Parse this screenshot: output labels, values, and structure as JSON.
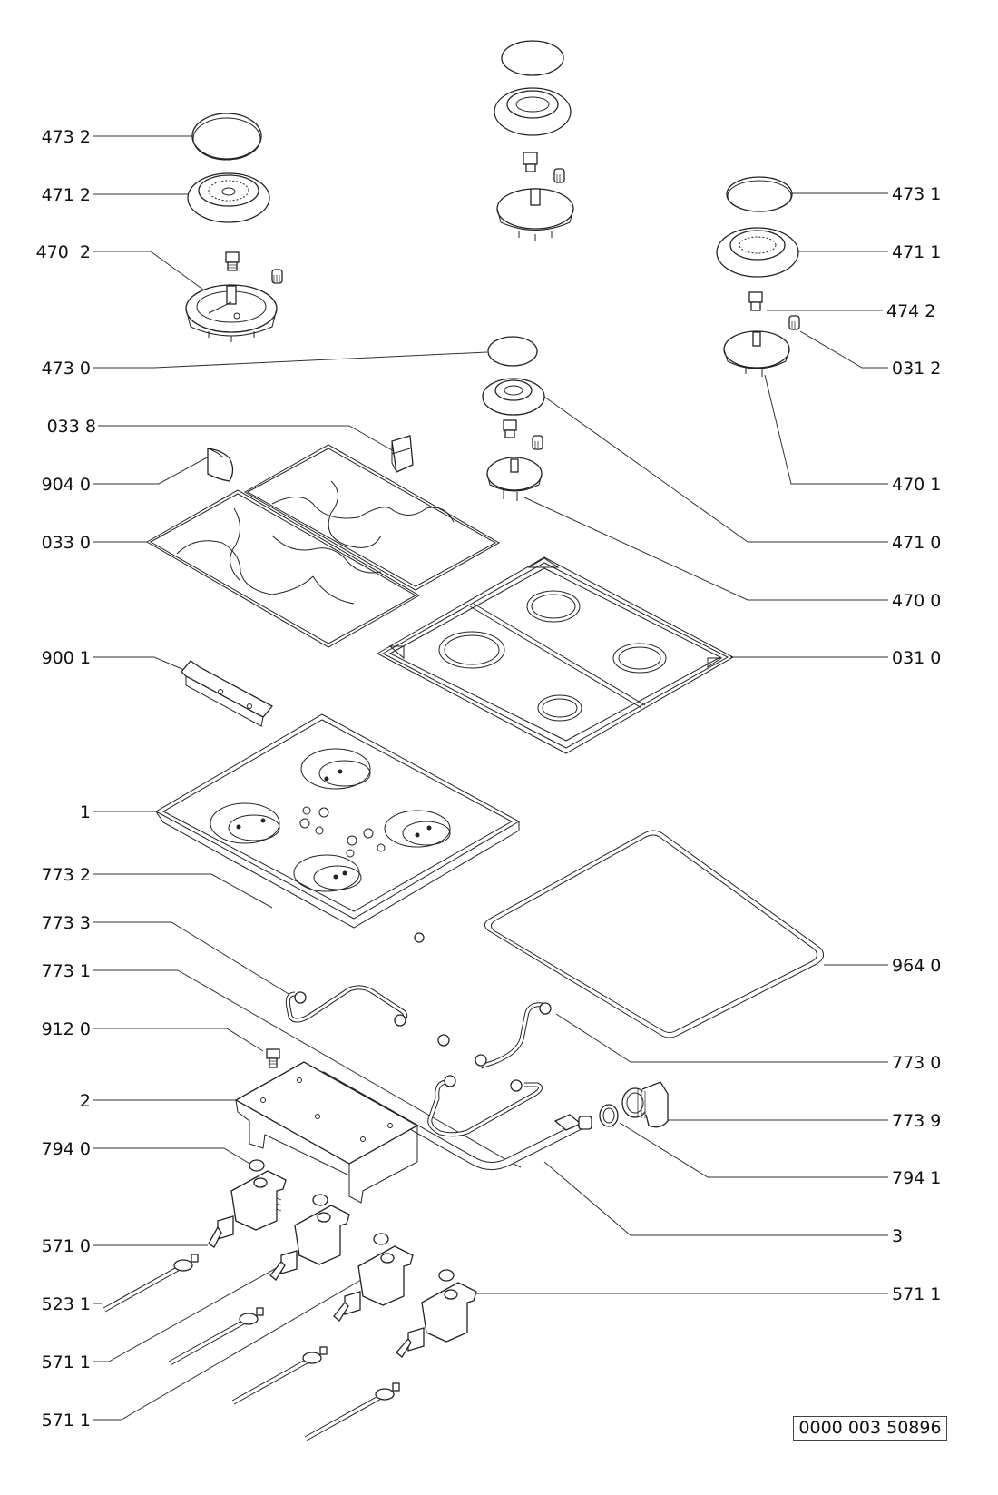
{
  "diagram": {
    "type": "exploded-parts-view",
    "subject": "Gas hob with four burners",
    "reference_number": "0000 003 50896",
    "callouts_left": [
      {
        "id": "cl-4732",
        "label": "473 2",
        "part": "burner-cap-large"
      },
      {
        "id": "cl-4712",
        "label": "471 2",
        "part": "burner-crown-large"
      },
      {
        "id": "cl-4702",
        "label": "470  2",
        "part": "burner-base-large"
      },
      {
        "id": "cl-4730",
        "label": "473 0",
        "part": "burner-cap-small"
      },
      {
        "id": "cl-0338",
        "label": "033 8",
        "part": "pan-support-foot"
      },
      {
        "id": "cl-9040",
        "label": "904 0",
        "part": "rubber-pad"
      },
      {
        "id": "cl-0330",
        "label": "033 0",
        "part": "pan-support-grid"
      },
      {
        "id": "cl-9001",
        "label": "900 1",
        "part": "bracket"
      },
      {
        "id": "cl-1",
        "label": "1",
        "part": "hob-tray"
      },
      {
        "id": "cl-7732",
        "label": "773 2",
        "part": "gas-pipe"
      },
      {
        "id": "cl-7733",
        "label": "773 3",
        "part": "gas-pipe"
      },
      {
        "id": "cl-7731",
        "label": "773 1",
        "part": "gas-pipe"
      },
      {
        "id": "cl-9120",
        "label": "912 0",
        "part": "screw"
      },
      {
        "id": "cl-2",
        "label": "2",
        "part": "valve-support-bracket"
      },
      {
        "id": "cl-7940",
        "label": "794 0",
        "part": "seal"
      },
      {
        "id": "cl-5710",
        "label": "571 0",
        "part": "gas-tap"
      },
      {
        "id": "cl-5231",
        "label": "523 1",
        "part": "thermocouple"
      },
      {
        "id": "cl-5711a",
        "label": "571 1",
        "part": "gas-tap"
      },
      {
        "id": "cl-5711b",
        "label": "571 1",
        "part": "gas-tap"
      }
    ],
    "callouts_right": [
      {
        "id": "cr-4731",
        "label": "473 1",
        "part": "burner-cap-medium"
      },
      {
        "id": "cr-4711",
        "label": "471 1",
        "part": "burner-crown-medium"
      },
      {
        "id": "cr-4742",
        "label": "474 2",
        "part": "injector"
      },
      {
        "id": "cr-0312",
        "label": "031 2",
        "part": "ignition-plug"
      },
      {
        "id": "cr-4701",
        "label": "470 1",
        "part": "burner-base-medium"
      },
      {
        "id": "cr-4710",
        "label": "471 0",
        "part": "burner-crown-small"
      },
      {
        "id": "cr-4700",
        "label": "470 0",
        "part": "burner-base-small"
      },
      {
        "id": "cr-0310",
        "label": "031 0",
        "part": "cooktop-plate"
      },
      {
        "id": "cr-9640",
        "label": "964 0",
        "part": "gasket"
      },
      {
        "id": "cr-7730",
        "label": "773 0",
        "part": "gas-pipe"
      },
      {
        "id": "cr-7739",
        "label": "773 9",
        "part": "elbow-connector"
      },
      {
        "id": "cr-7941",
        "label": "794 1",
        "part": "seal-ring"
      },
      {
        "id": "cr-3",
        "label": "3",
        "part": "gas-manifold"
      },
      {
        "id": "cr-5711",
        "label": "571 1",
        "part": "gas-tap"
      }
    ]
  }
}
